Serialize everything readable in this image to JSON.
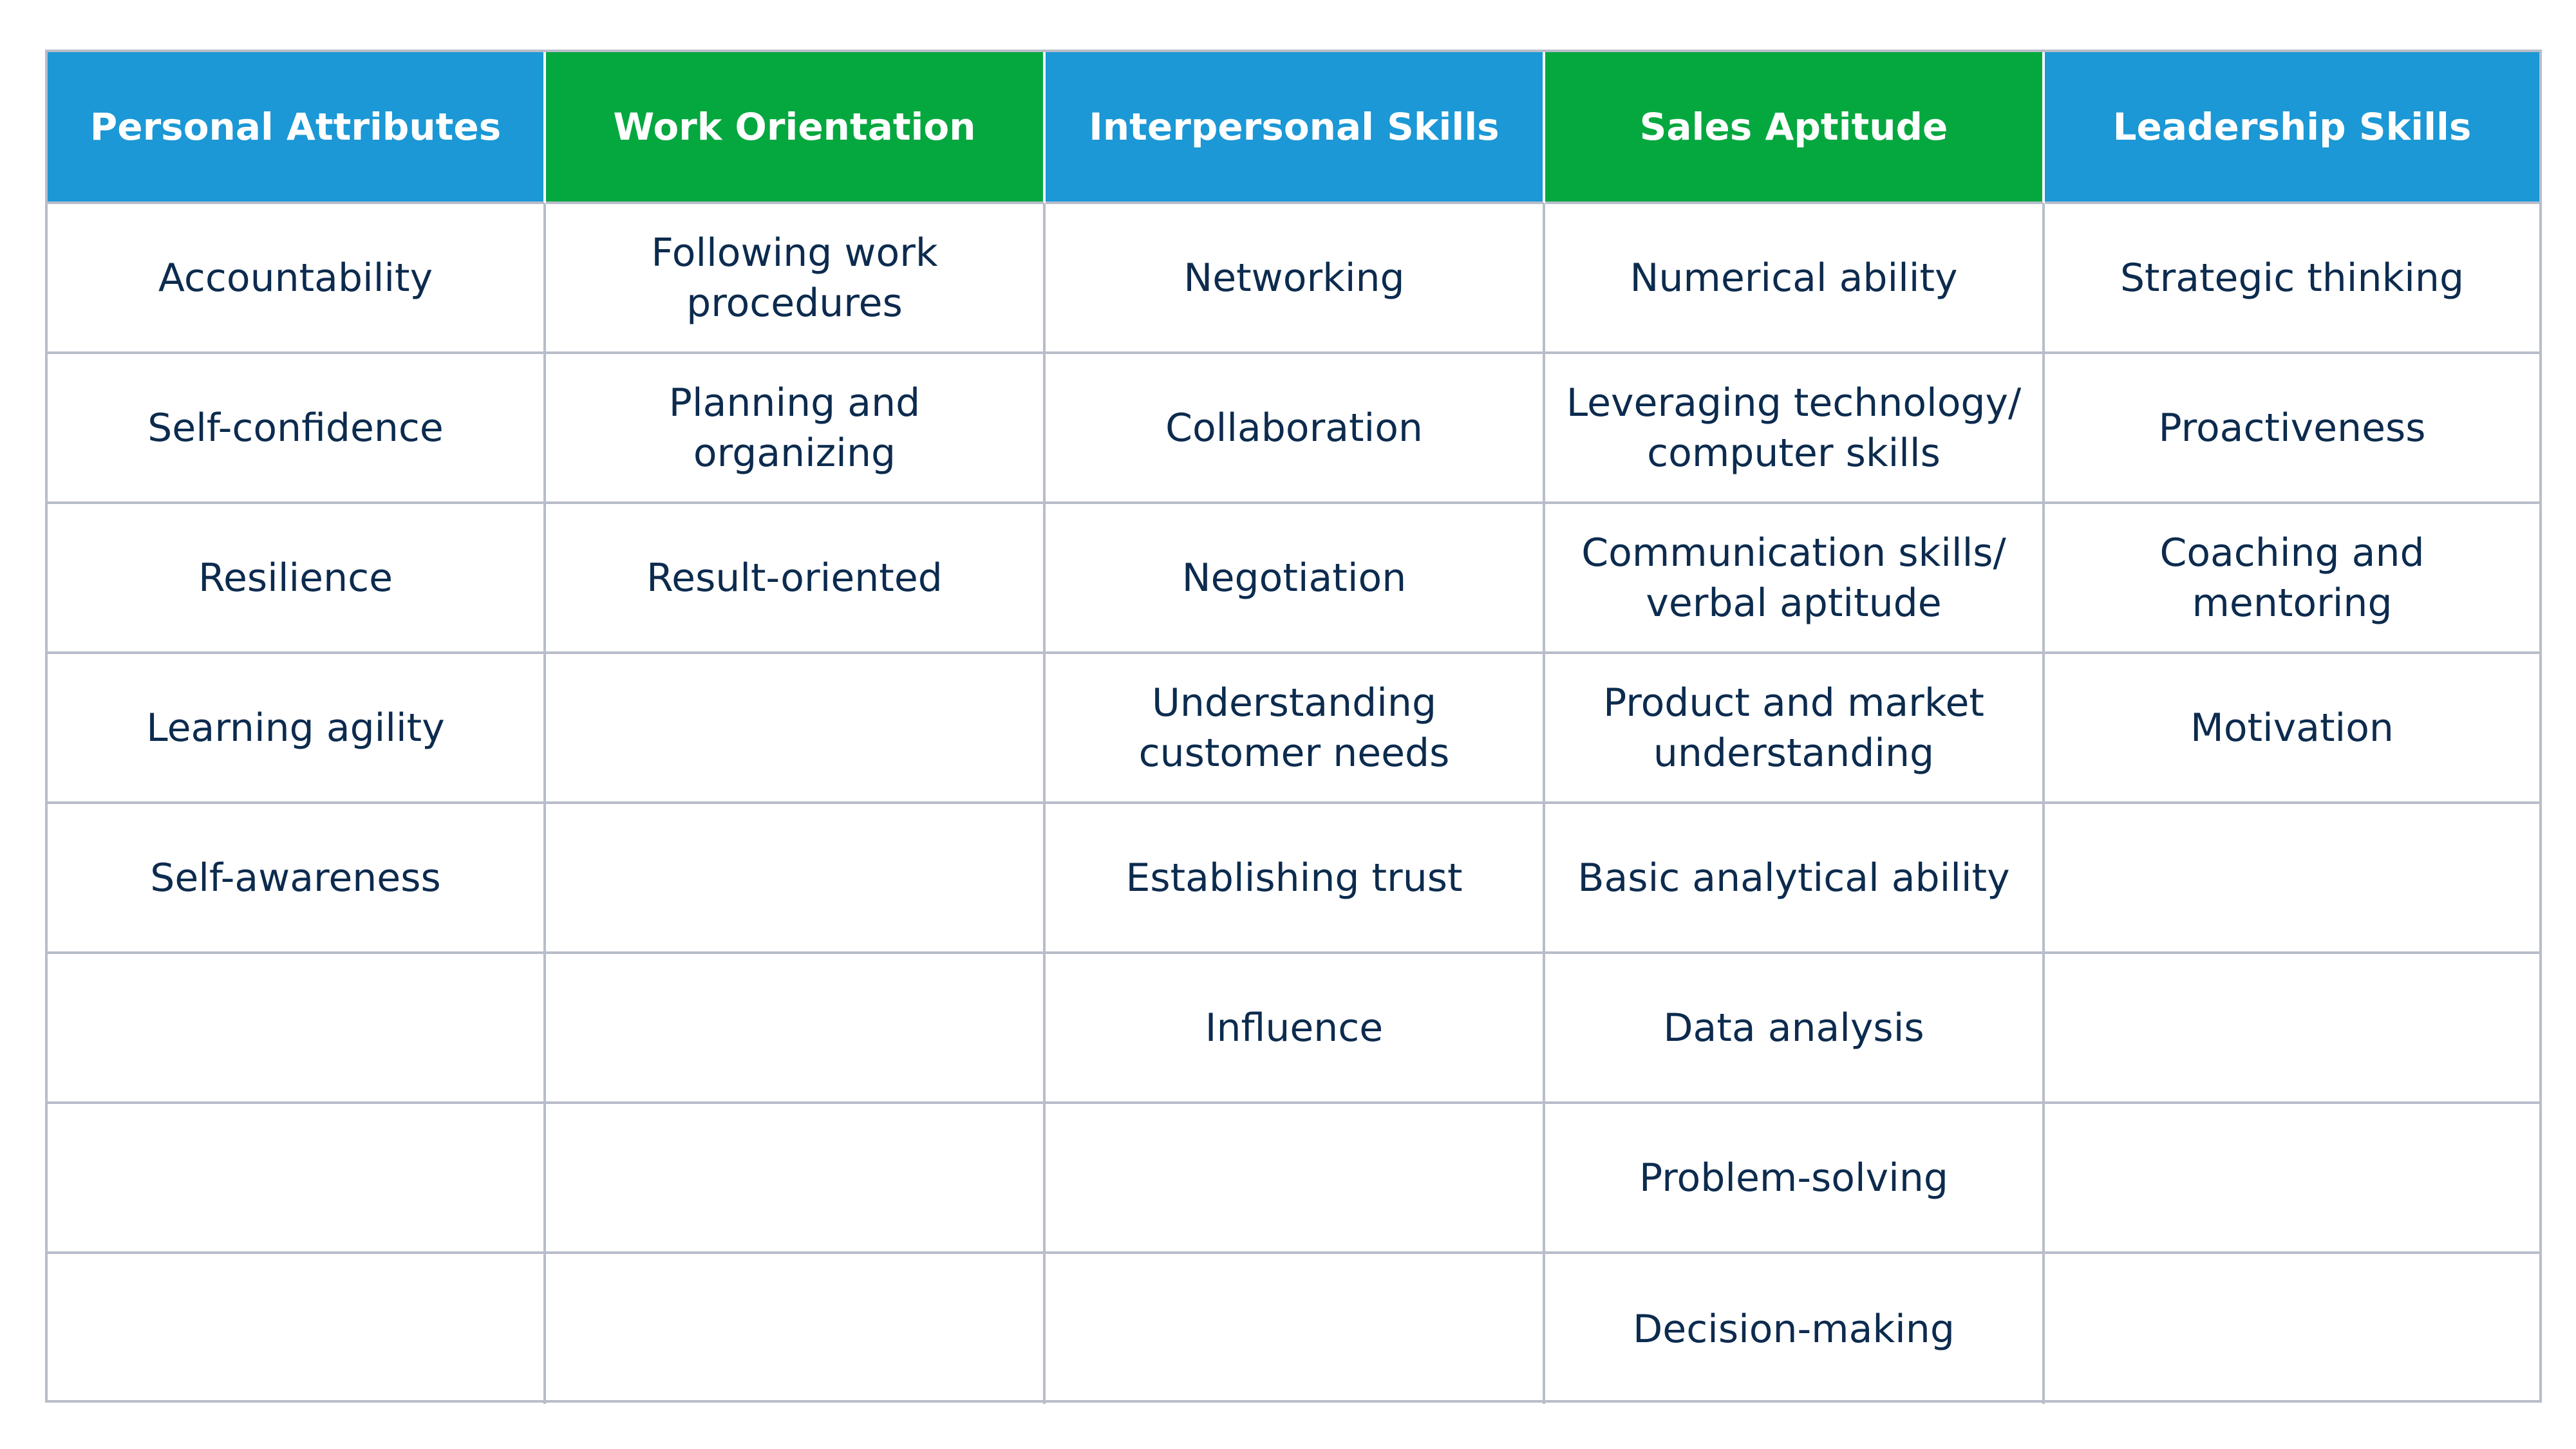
{
  "headers": [
    {
      "label": "Personal Attributes",
      "color": "#1b98d5"
    },
    {
      "label": "Work Orientation",
      "color": "#04a83f"
    },
    {
      "label": "Interpersonal Skills",
      "color": "#1b98d5"
    },
    {
      "label": "Sales Aptitude",
      "color": "#04a83f"
    },
    {
      "label": "Leadership Skills",
      "color": "#1b98d5"
    }
  ],
  "columns": [
    [
      "Accountability",
      "Self-confidence",
      "Resilience",
      "Learning agility",
      "Self-awareness",
      "",
      "",
      ""
    ],
    [
      "Following work\nprocedures",
      "Planning and\norganizing",
      "Result-oriented",
      "",
      "",
      "",
      "",
      ""
    ],
    [
      "Networking",
      "Collaboration",
      "Negotiation",
      "Understanding\ncustomer needs",
      "Establishing trust",
      "Influence",
      "",
      ""
    ],
    [
      "Numerical ability",
      "Leveraging technology/\ncomputer skills",
      "Communication skills/\nverbal aptitude",
      "Product and market\nunderstanding",
      "Basic analytical ability",
      "Data analysis",
      "Problem-solving",
      "Decision-making"
    ],
    [
      "Strategic thinking",
      "Proactiveness",
      "Coaching and\nmentoring",
      "Motivation",
      "",
      "",
      "",
      ""
    ]
  ],
  "colors": {
    "text": "#0c2b4e",
    "border": "#b8bdca"
  }
}
